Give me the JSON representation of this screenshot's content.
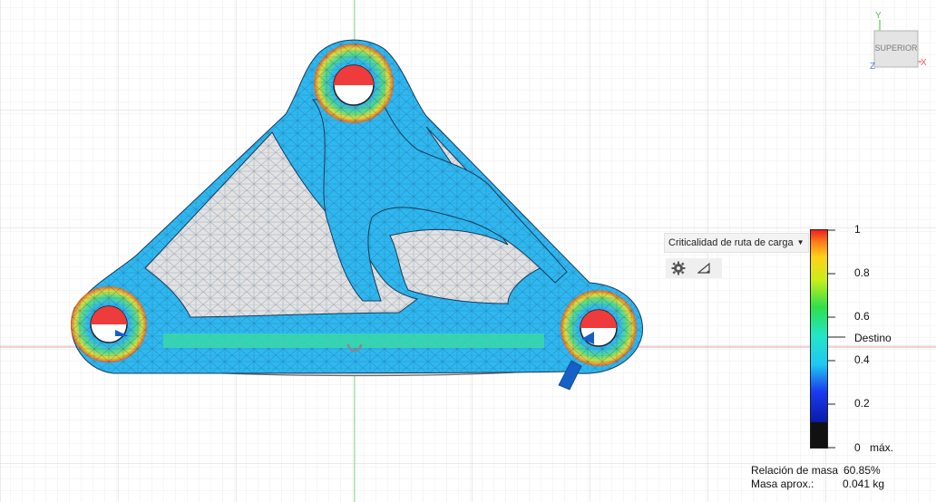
{
  "view_cube": {
    "face_label": "SUPERIOR",
    "axis_x": "X",
    "axis_y": "Y",
    "axis_z": "Z"
  },
  "result_type": {
    "selected": "Criticalidad de ruta de carga"
  },
  "toolbar": {
    "settings_icon": "gear-icon",
    "section_icon": "triangle-ruler-icon"
  },
  "legend": {
    "ticks": [
      "1",
      "0.8",
      "0.6",
      "0.4",
      "0.2",
      "0"
    ],
    "max_label": "máx.",
    "target_label": "Destino",
    "target_value": 0.5
  },
  "mass": {
    "ratio_label": "Relación de masa",
    "ratio_value": "60.85%",
    "approx_label": "Masa aprox.:",
    "approx_value": "0.041 kg"
  },
  "colors": {
    "mesh_base": "#2fb8f0",
    "mesh_edges": "#1a3d66",
    "hole_red": "#ee3b3b",
    "load_arrow": "#1560c8",
    "start_shape": "#e3e3e3"
  }
}
